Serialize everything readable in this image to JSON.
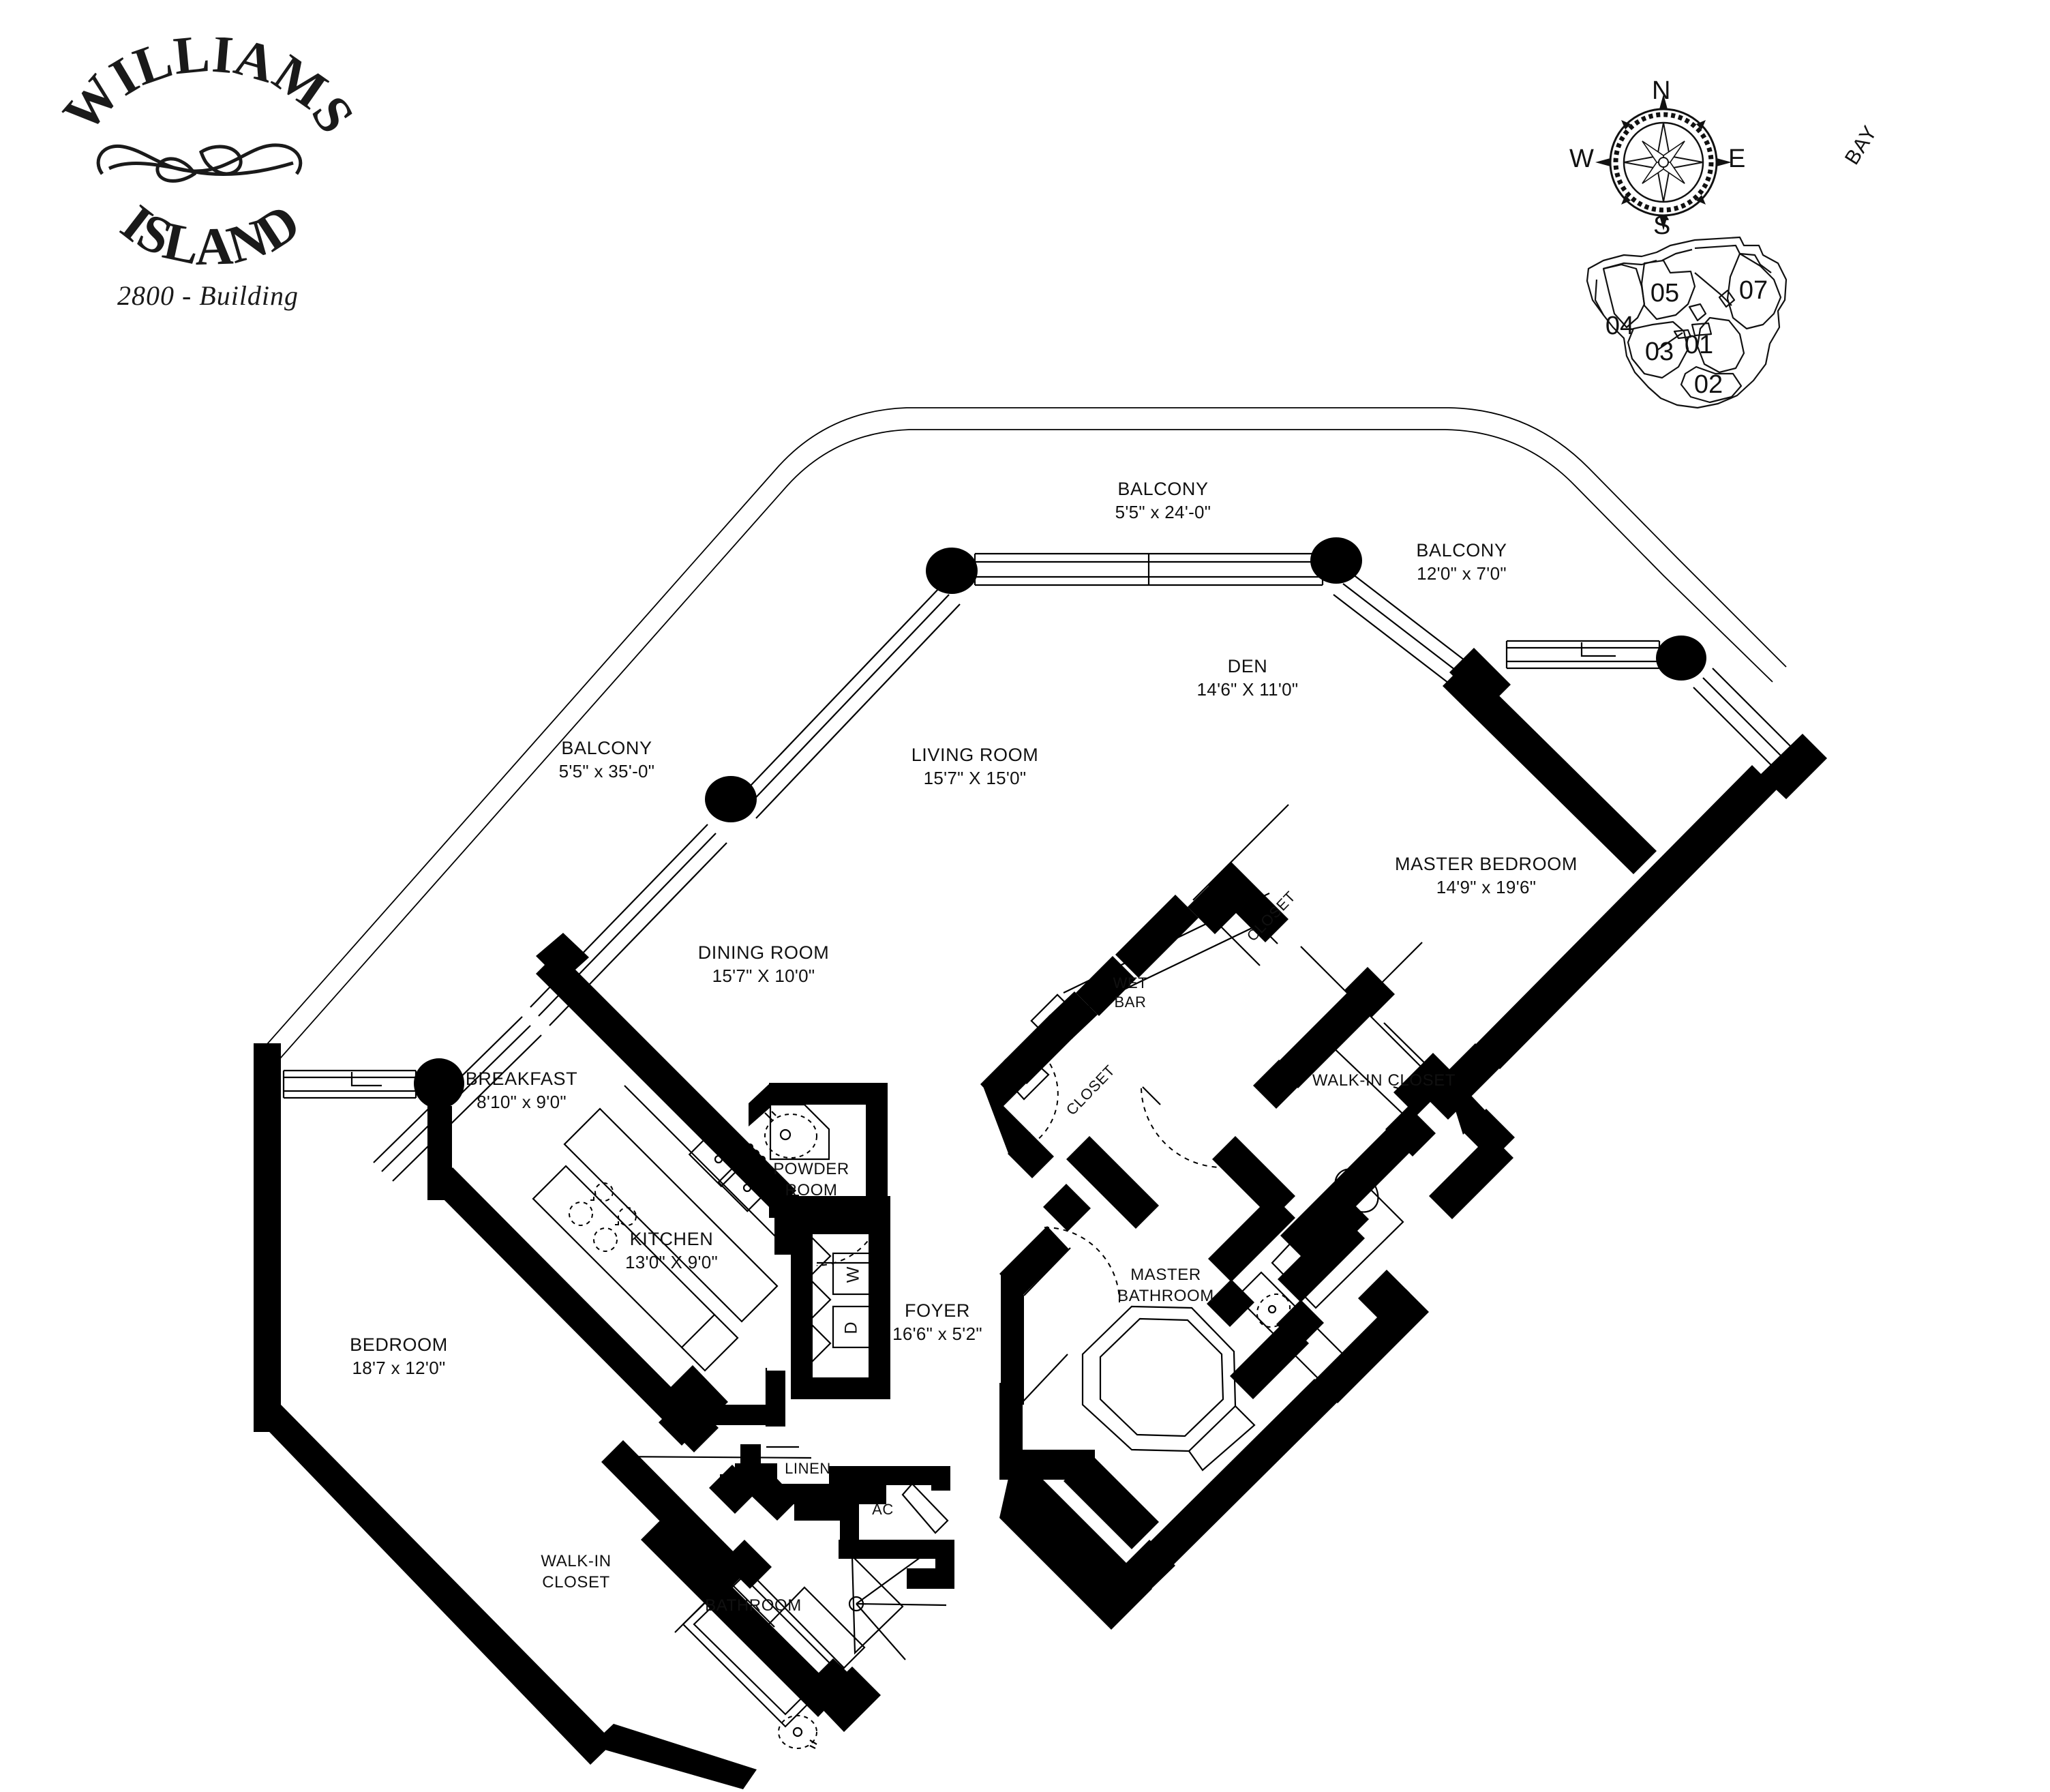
{
  "brand": {
    "line1": "WILLIAMS",
    "line2": "ISLAND",
    "building": "2800 - Building"
  },
  "compass": {
    "north": "N",
    "south": "S",
    "east": "E",
    "west": "W",
    "icon": "compass-rose-icon"
  },
  "keyplan": {
    "bay_label": "BAY",
    "units": [
      "01",
      "02",
      "03",
      "04",
      "05",
      "07"
    ]
  },
  "rooms": [
    {
      "id": "balcony-north",
      "name": "BALCONY",
      "dim": "5'5\" x 24'-0\""
    },
    {
      "id": "balcony-east",
      "name": "BALCONY",
      "dim": "12'0\" x 7'0\""
    },
    {
      "id": "balcony-west",
      "name": "BALCONY",
      "dim": "5'5\" x 35'-0\""
    },
    {
      "id": "den",
      "name": "DEN",
      "dim": "14'6\" X 11'0\""
    },
    {
      "id": "living-room",
      "name": "LIVING ROOM",
      "dim": "15'7\" X 15'0\""
    },
    {
      "id": "dining-room",
      "name": "DINING ROOM",
      "dim": "15'7\" X 10'0\""
    },
    {
      "id": "master-bedroom",
      "name": "MASTER BEDROOM",
      "dim": "14'9\" x 19'6\""
    },
    {
      "id": "breakfast",
      "name": "BREAKFAST",
      "dim": "8'10\" x 9'0\""
    },
    {
      "id": "kitchen",
      "name": "KITCHEN",
      "dim": "13'0\" X 9'0\""
    },
    {
      "id": "bedroom",
      "name": "BEDROOM",
      "dim": "18'7 x 12'0\""
    },
    {
      "id": "foyer",
      "name": "FOYER",
      "dim": "16'6\" x 5'2\""
    }
  ],
  "unsized_rooms": [
    {
      "id": "powder-room",
      "line1": "POWDER",
      "line2": "ROOM"
    },
    {
      "id": "master-bathroom",
      "line1": "MASTER",
      "line2": "BATHROOM"
    },
    {
      "id": "wet-bar",
      "line1": "WET",
      "line2": "BAR"
    },
    {
      "id": "walk-in-closet-master",
      "line1": "WALK-IN CLOSET",
      "line2": ""
    },
    {
      "id": "walk-in-closet-bed2",
      "line1": "WALK-IN",
      "line2": "CLOSET"
    },
    {
      "id": "bathroom",
      "line1": "BATHROOM",
      "line2": ""
    },
    {
      "id": "linen",
      "line1": "LINEN",
      "line2": ""
    },
    {
      "id": "ac",
      "line1": "AC",
      "line2": ""
    },
    {
      "id": "closet-master",
      "line1": "CLOSET",
      "line2": ""
    },
    {
      "id": "closet-hall",
      "line1": "CLOSET",
      "line2": ""
    }
  ],
  "appliances": {
    "washer": "W",
    "dryer": "D"
  },
  "colors": {
    "ink": "#000000",
    "paper": "#ffffff",
    "text": "#111111"
  }
}
